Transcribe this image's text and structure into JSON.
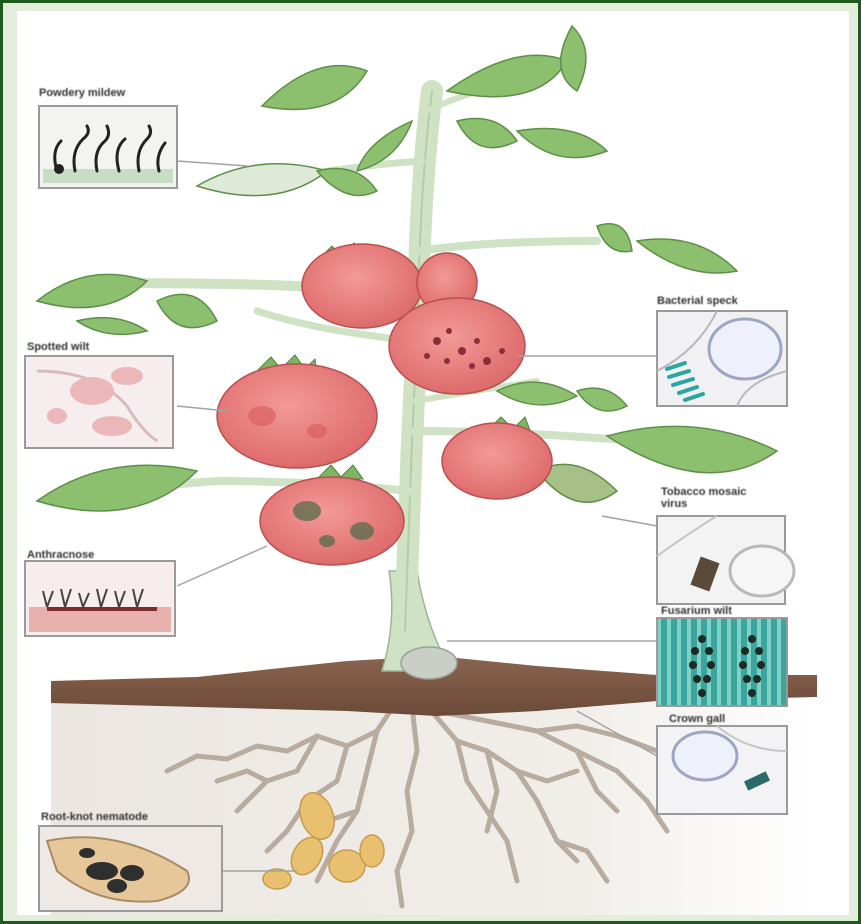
{
  "labels": {
    "powdery_mildew": "Powdery mildew",
    "bacterial_speck": "Bacterial speck",
    "spotted_wilt": "Spotted wilt",
    "tobacco_mosaic_virus": "Tobacco mosaic virus",
    "anthracnose": "Anthracnose",
    "fusarium_wilt": "Fusarium wilt",
    "crown_gall": "Crown gall",
    "root_knot_nematode": "Root-knot nematode"
  },
  "colors": {
    "frame": "#1e5a1e",
    "border_bg": "#e3eddc",
    "leaf": "#8cbf6e",
    "stem": "#cfe2c4",
    "fruit": "#e8797a",
    "soil": "#7a5540",
    "root": "#b8aca0",
    "nematode": "#e8c070"
  }
}
